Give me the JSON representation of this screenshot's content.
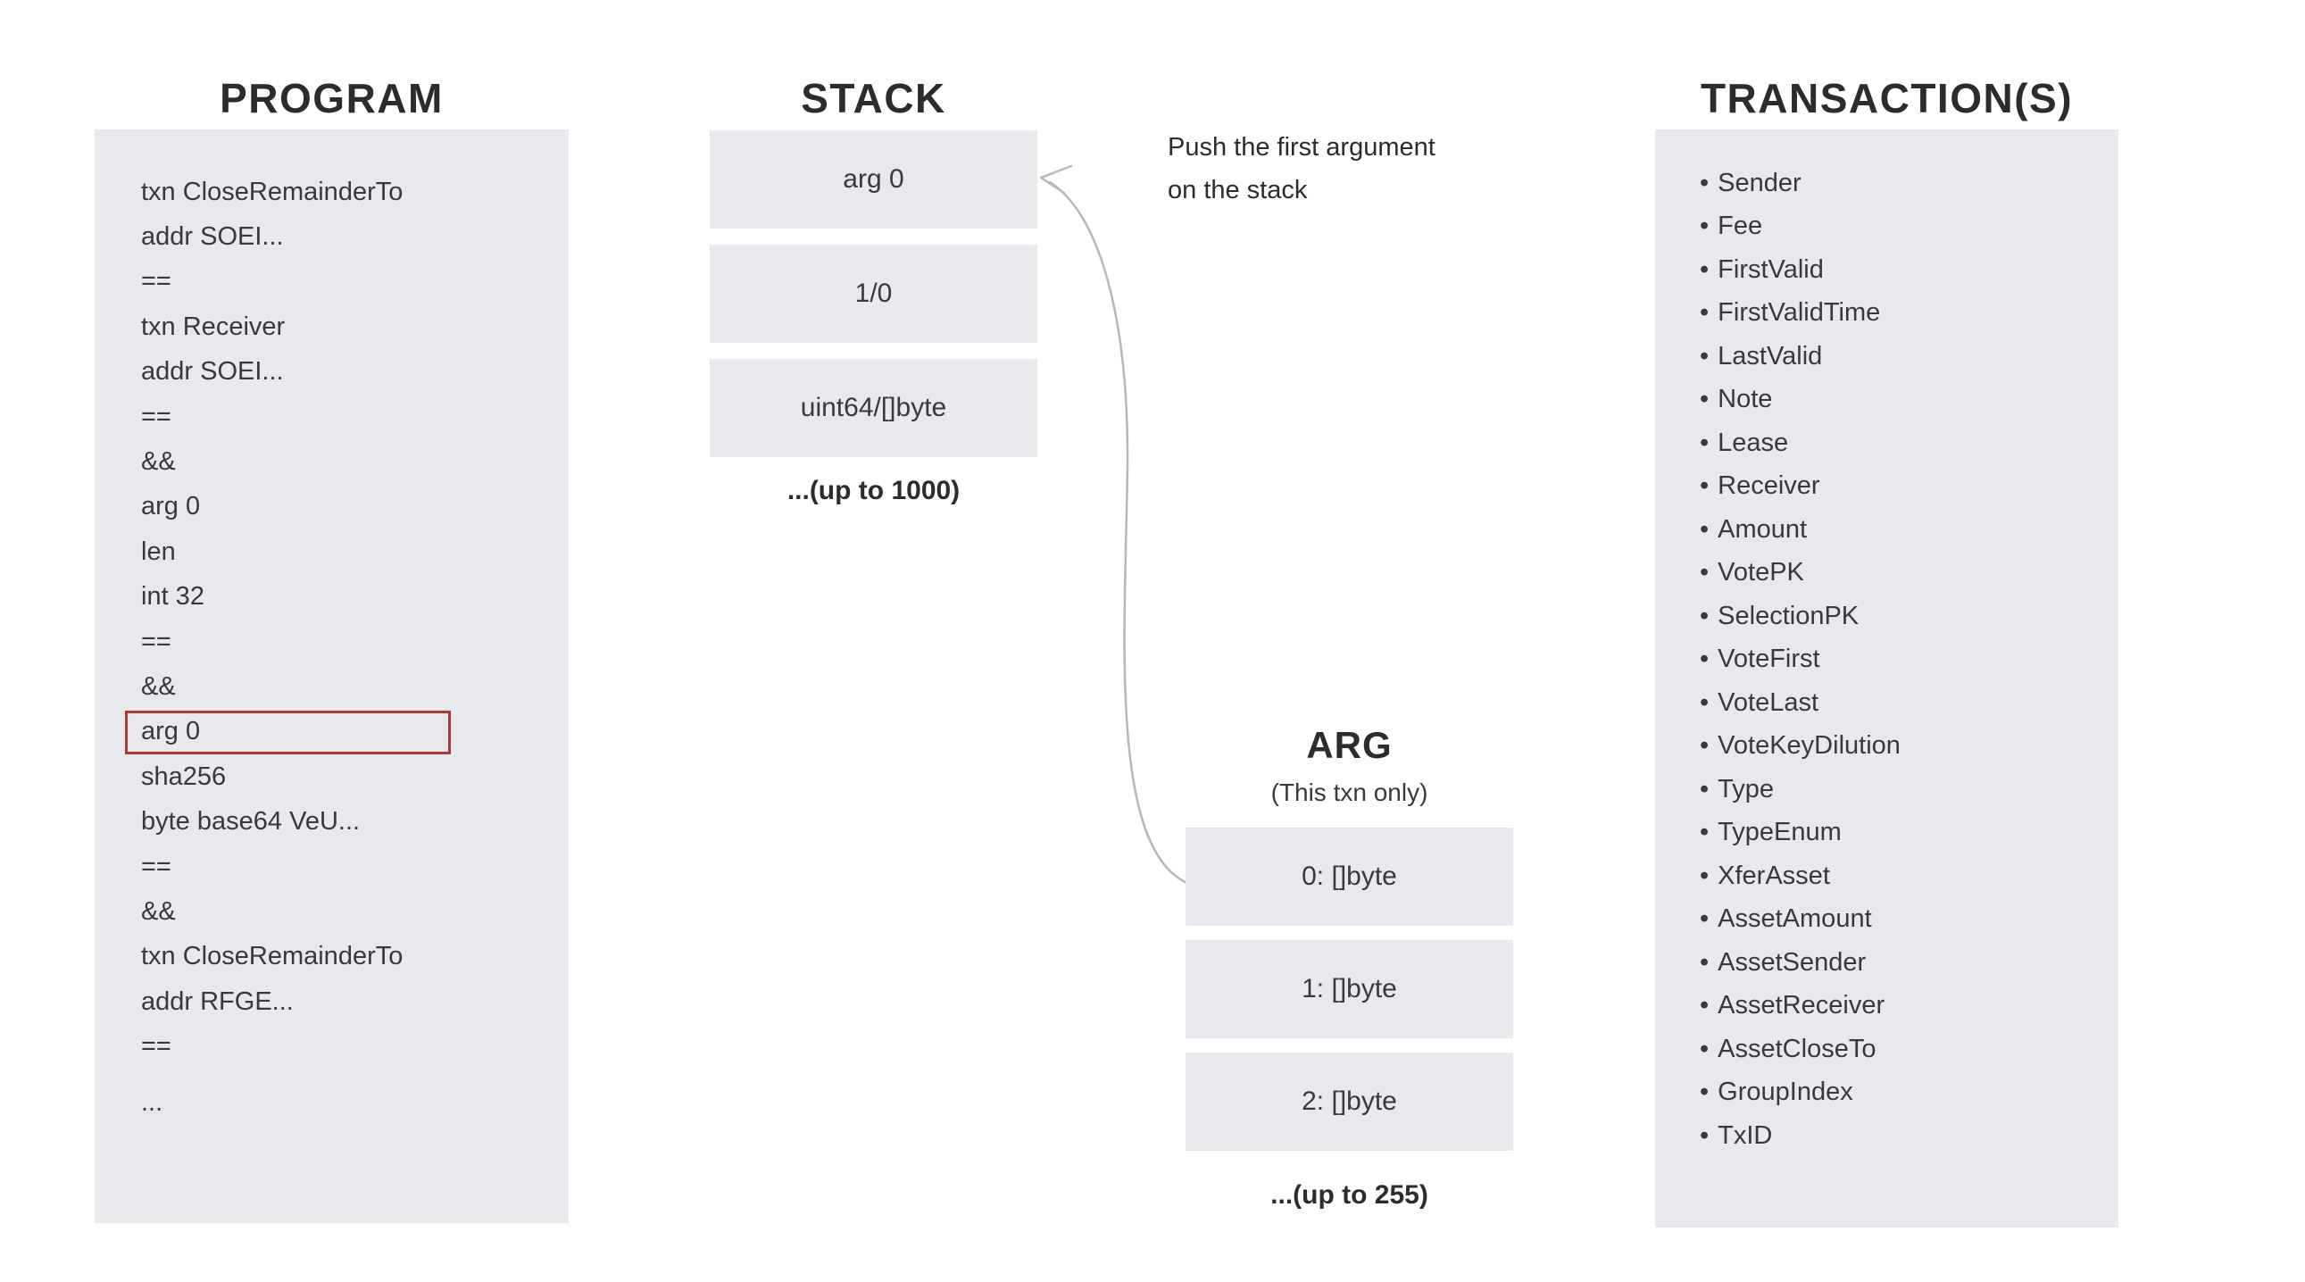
{
  "colors": {
    "box_bg": "#e8e9ec",
    "text": "#39393b",
    "title": "#2c2c2e",
    "highlight_border": "#a93a3c",
    "arrow": "#b7b7b9",
    "background": "#ffffff"
  },
  "program": {
    "title": "PROGRAM",
    "highlighted_index": 12,
    "lines": [
      "txn CloseRemainderTo",
      "addr SOEI...",
      "==",
      "txn Receiver",
      "addr SOEI...",
      "==",
      "&&",
      "arg 0",
      "len",
      "int 32",
      "==",
      "&&",
      "arg 0",
      "sha256",
      "byte base64 VeU...",
      "==",
      "&&",
      "txn CloseRemainderTo",
      "addr RFGE...",
      "==",
      "..."
    ]
  },
  "stack": {
    "title": "STACK",
    "boxes": [
      "arg 0",
      "1/0",
      "uint64/[]byte"
    ],
    "note": "...(up to 1000)"
  },
  "annotation": {
    "lines": [
      "Push the first argument",
      "on the stack"
    ]
  },
  "arg": {
    "title": "ARG",
    "subtitle": "(This txn only)",
    "boxes": [
      "0: []byte",
      "1: []byte",
      "2: []byte"
    ],
    "note": "...(up to 255)"
  },
  "transactions": {
    "title": "TRANSACTION(S)",
    "bullet": "•",
    "items": [
      "Sender",
      "Fee",
      "FirstValid",
      "FirstValidTime",
      "LastValid",
      "Note",
      "Lease",
      "Receiver",
      "Amount",
      "VotePK",
      "SelectionPK",
      "VoteFirst",
      "VoteLast",
      "VoteKeyDilution",
      "Type",
      "TypeEnum",
      "XferAsset",
      "AssetAmount",
      "AssetSender",
      "AssetReceiver",
      "AssetCloseTo",
      "GroupIndex",
      "TxID"
    ]
  }
}
